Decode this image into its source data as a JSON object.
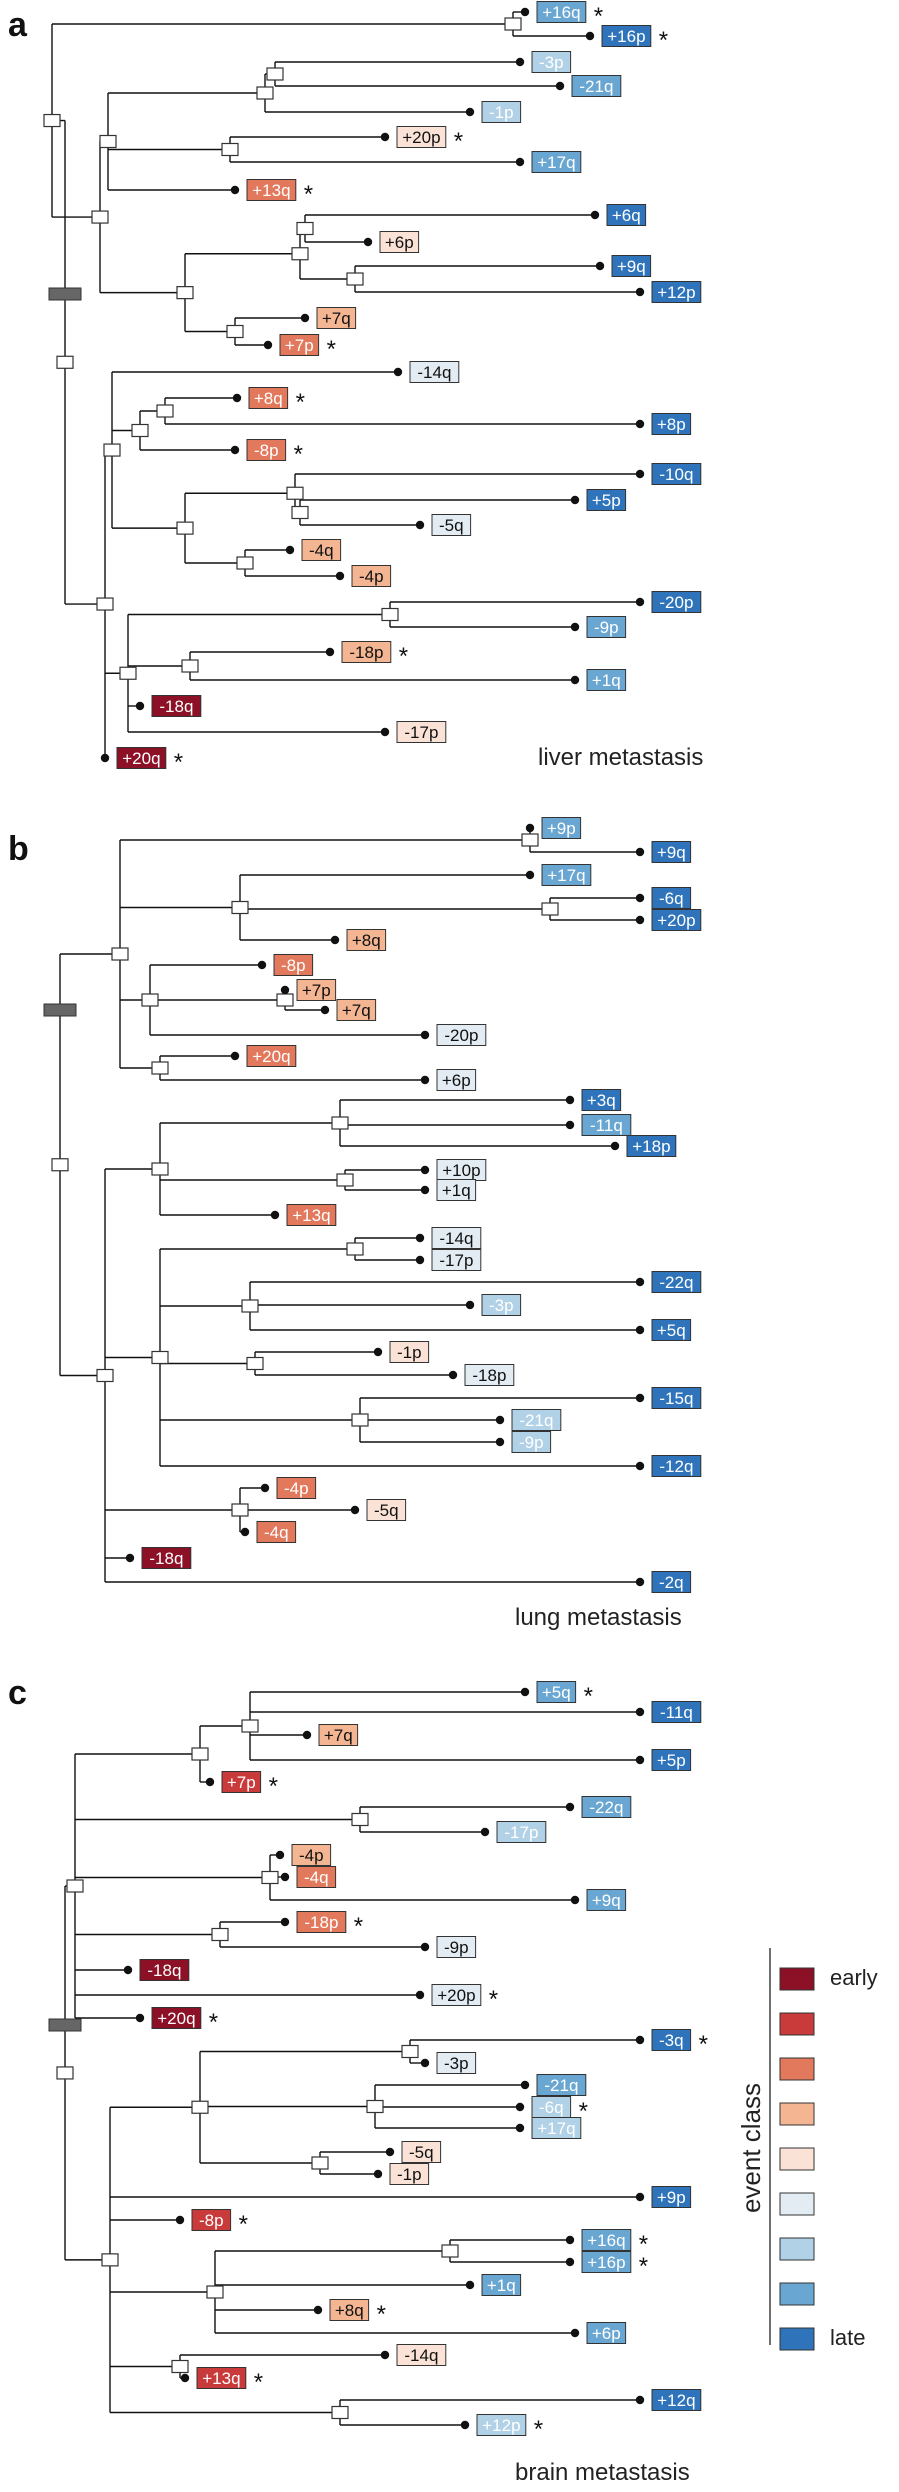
{
  "palette": [
    "#8c1126",
    "#c93b3b",
    "#e2795d",
    "#f4b593",
    "#fae3d6",
    "#e3ecf3",
    "#b1d1e6",
    "#6aa6d2",
    "#2f74ba"
  ],
  "legend": {
    "title": "event class",
    "early_label": "early",
    "late_label": "late"
  },
  "panels": [
    {
      "letter": "a",
      "caption": "liver metastasis",
      "events": [
        {
          "label": "+16q",
          "cls": 7,
          "star": true
        },
        {
          "label": "+16p",
          "cls": 8,
          "star": true
        },
        {
          "label": "-3p",
          "cls": 6,
          "star": false
        },
        {
          "label": "-21q",
          "cls": 7,
          "star": false
        },
        {
          "label": "-1p",
          "cls": 6,
          "star": false
        },
        {
          "label": "+20p",
          "cls": 4,
          "star": true
        },
        {
          "label": "+17q",
          "cls": 7,
          "star": false
        },
        {
          "label": "+13q",
          "cls": 2,
          "star": true
        },
        {
          "label": "+6q",
          "cls": 8,
          "star": false
        },
        {
          "label": "+6p",
          "cls": 4,
          "star": false
        },
        {
          "label": "+9q",
          "cls": 8,
          "star": false
        },
        {
          "label": "+12p",
          "cls": 8,
          "star": false
        },
        {
          "label": "+7q",
          "cls": 3,
          "star": false
        },
        {
          "label": "+7p",
          "cls": 2,
          "star": true
        },
        {
          "label": "-14q",
          "cls": 5,
          "star": false
        },
        {
          "label": "+8q",
          "cls": 2,
          "star": true
        },
        {
          "label": "+8p",
          "cls": 8,
          "star": false
        },
        {
          "label": "-8p",
          "cls": 2,
          "star": true
        },
        {
          "label": "-10q",
          "cls": 8,
          "star": false
        },
        {
          "label": "+5p",
          "cls": 8,
          "star": false
        },
        {
          "label": "-5q",
          "cls": 5,
          "star": false
        },
        {
          "label": "-4q",
          "cls": 3,
          "star": false
        },
        {
          "label": "-4p",
          "cls": 3,
          "star": false
        },
        {
          "label": "-20p",
          "cls": 8,
          "star": false
        },
        {
          "label": "-9p",
          "cls": 7,
          "star": false
        },
        {
          "label": "-18p",
          "cls": 3,
          "star": true
        },
        {
          "label": "+1q",
          "cls": 7,
          "star": false
        },
        {
          "label": "-18q",
          "cls": 0,
          "star": false
        },
        {
          "label": "-17p",
          "cls": 4,
          "star": false
        },
        {
          "label": "+20q",
          "cls": 0,
          "star": true
        }
      ]
    },
    {
      "letter": "b",
      "caption": "lung metastasis",
      "events": [
        {
          "label": "+9p",
          "cls": 7,
          "star": false
        },
        {
          "label": "+9q",
          "cls": 8,
          "star": false
        },
        {
          "label": "+17q",
          "cls": 7,
          "star": false
        },
        {
          "label": "-6q",
          "cls": 8,
          "star": false
        },
        {
          "label": "+20p",
          "cls": 8,
          "star": false
        },
        {
          "label": "+8q",
          "cls": 3,
          "star": false
        },
        {
          "label": "-8p",
          "cls": 2,
          "star": false
        },
        {
          "label": "+7p",
          "cls": 3,
          "star": false
        },
        {
          "label": "+7q",
          "cls": 3,
          "star": false
        },
        {
          "label": "-20p",
          "cls": 5,
          "star": false
        },
        {
          "label": "+20q",
          "cls": 2,
          "star": false
        },
        {
          "label": "+6p",
          "cls": 5,
          "star": false
        },
        {
          "label": "+3q",
          "cls": 8,
          "star": false
        },
        {
          "label": "-11q",
          "cls": 7,
          "star": false
        },
        {
          "label": "+18p",
          "cls": 8,
          "star": false
        },
        {
          "label": "+10p",
          "cls": 5,
          "star": false
        },
        {
          "label": "+1q",
          "cls": 5,
          "star": false
        },
        {
          "label": "+13q",
          "cls": 2,
          "star": false
        },
        {
          "label": "-14q",
          "cls": 5,
          "star": false
        },
        {
          "label": "-17p",
          "cls": 5,
          "star": false
        },
        {
          "label": "-22q",
          "cls": 8,
          "star": false
        },
        {
          "label": "-3p",
          "cls": 6,
          "star": false
        },
        {
          "label": "+5q",
          "cls": 8,
          "star": false
        },
        {
          "label": "-1p",
          "cls": 4,
          "star": false
        },
        {
          "label": "-18p",
          "cls": 5,
          "star": false
        },
        {
          "label": "-15q",
          "cls": 8,
          "star": false
        },
        {
          "label": "-21q",
          "cls": 6,
          "star": false
        },
        {
          "label": "-9p",
          "cls": 6,
          "star": false
        },
        {
          "label": "-12q",
          "cls": 8,
          "star": false
        },
        {
          "label": "-4p",
          "cls": 2,
          "star": false
        },
        {
          "label": "-5q",
          "cls": 4,
          "star": false
        },
        {
          "label": "-4q",
          "cls": 2,
          "star": false
        },
        {
          "label": "-18q",
          "cls": 0,
          "star": false
        },
        {
          "label": "-2q",
          "cls": 8,
          "star": false
        }
      ]
    },
    {
      "letter": "c",
      "caption": "brain metastasis",
      "events": [
        {
          "label": "+5q",
          "cls": 7,
          "star": true
        },
        {
          "label": "-11q",
          "cls": 8,
          "star": false
        },
        {
          "label": "+7q",
          "cls": 3,
          "star": false
        },
        {
          "label": "+5p",
          "cls": 8,
          "star": false
        },
        {
          "label": "+7p",
          "cls": 1,
          "star": true
        },
        {
          "label": "-22q",
          "cls": 7,
          "star": false
        },
        {
          "label": "-17p",
          "cls": 6,
          "star": false
        },
        {
          "label": "-4p",
          "cls": 3,
          "star": false
        },
        {
          "label": "-4q",
          "cls": 2,
          "star": false
        },
        {
          "label": "+9q",
          "cls": 7,
          "star": false
        },
        {
          "label": "-18p",
          "cls": 2,
          "star": true
        },
        {
          "label": "-9p",
          "cls": 5,
          "star": false
        },
        {
          "label": "-18q",
          "cls": 0,
          "star": false
        },
        {
          "label": "+20p",
          "cls": 5,
          "star": true
        },
        {
          "label": "+20q",
          "cls": 0,
          "star": true
        },
        {
          "label": "-3q",
          "cls": 8,
          "star": true
        },
        {
          "label": "-3p",
          "cls": 5,
          "star": false
        },
        {
          "label": "-21q",
          "cls": 7,
          "star": false
        },
        {
          "label": "-6q",
          "cls": 6,
          "star": true
        },
        {
          "label": "+17q",
          "cls": 6,
          "star": false
        },
        {
          "label": "-5q",
          "cls": 4,
          "star": false
        },
        {
          "label": "-1p",
          "cls": 4,
          "star": false
        },
        {
          "label": "+9p",
          "cls": 8,
          "star": false
        },
        {
          "label": "-8p",
          "cls": 1,
          "star": true
        },
        {
          "label": "+16q",
          "cls": 7,
          "star": true
        },
        {
          "label": "+16p",
          "cls": 7,
          "star": true
        },
        {
          "label": "+1q",
          "cls": 7,
          "star": false
        },
        {
          "label": "+8q",
          "cls": 3,
          "star": true
        },
        {
          "label": "+6p",
          "cls": 7,
          "star": false
        },
        {
          "label": "-14q",
          "cls": 4,
          "star": false
        },
        {
          "label": "+13q",
          "cls": 1,
          "star": true
        },
        {
          "label": "+12q",
          "cls": 8,
          "star": false
        },
        {
          "label": "+12p",
          "cls": 6,
          "star": true
        }
      ]
    }
  ]
}
